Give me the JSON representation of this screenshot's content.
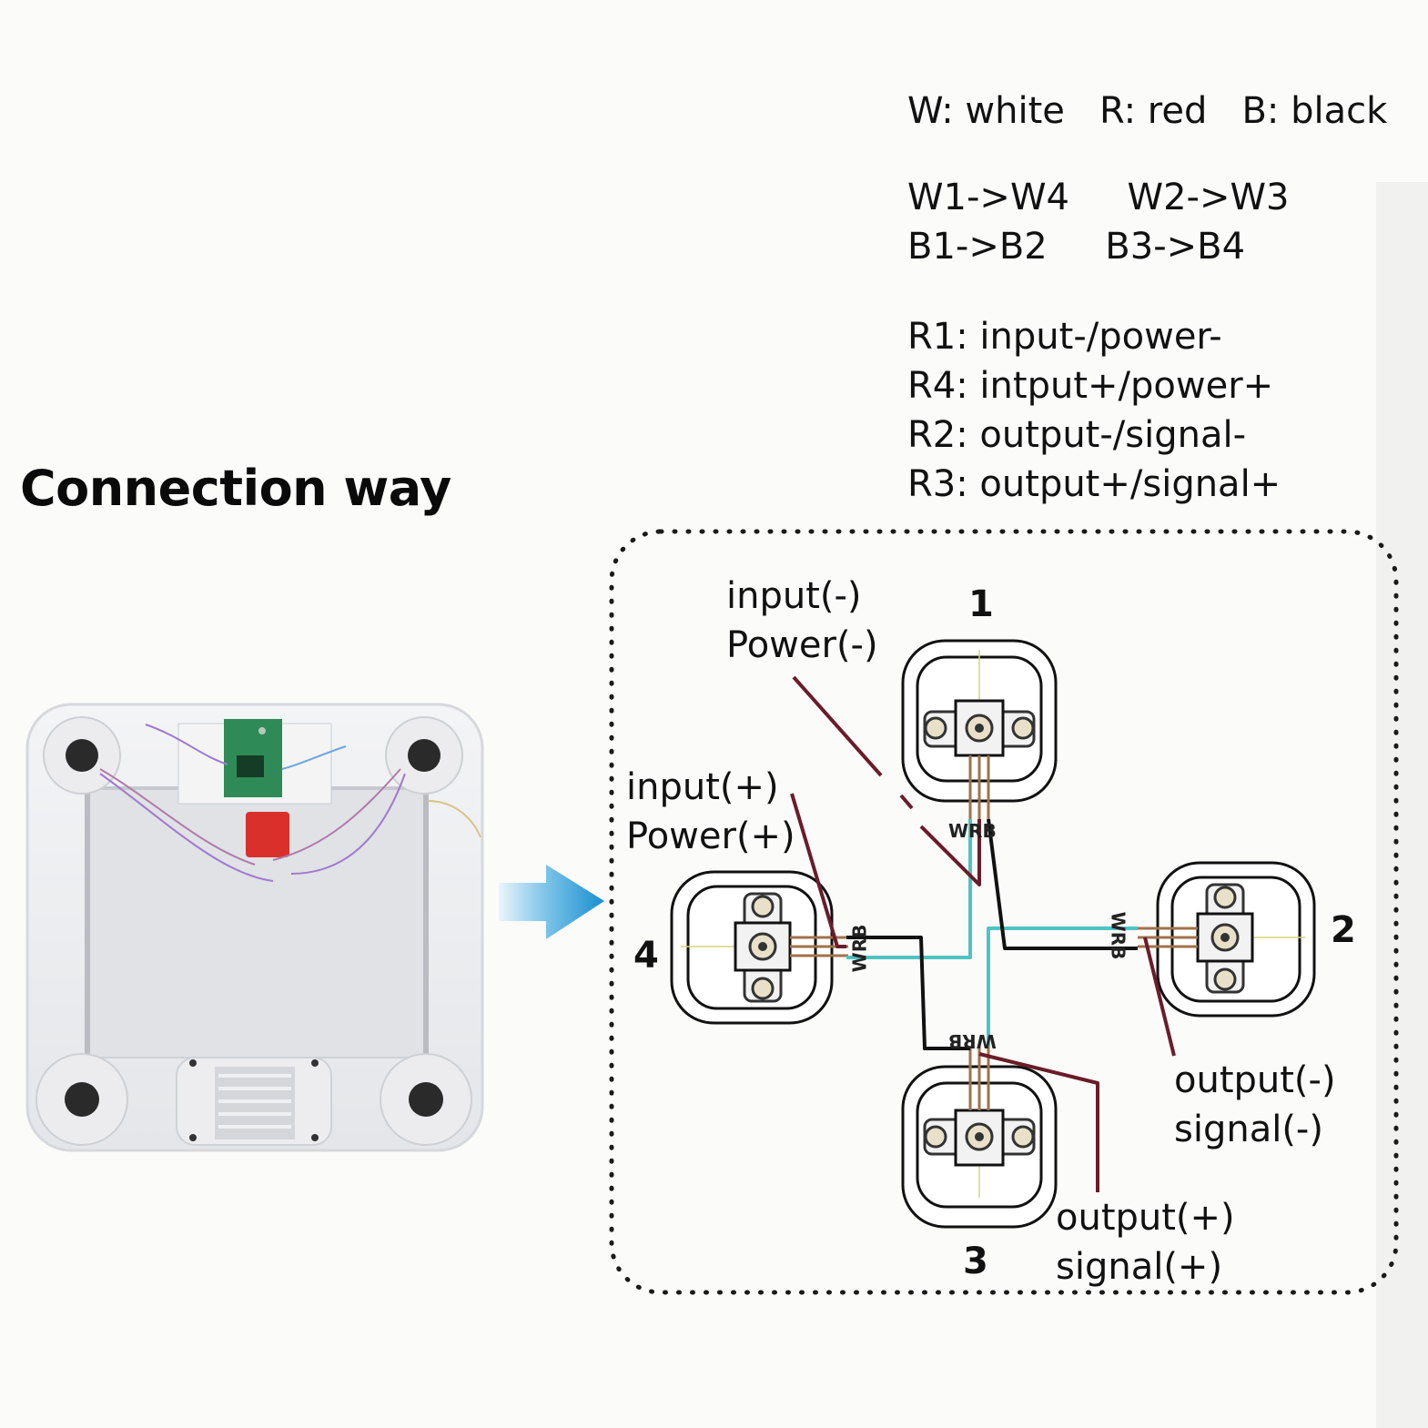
{
  "legend": {
    "color_key": "W: white   R: red   B: black",
    "white_pairs": "W1->W4     W2->W3",
    "black_pairs": "B1->B2     B3->B4",
    "red_1": "R1: input-/power-",
    "red_4": "R4: intput+/power+",
    "red_2": "R2: output-/signal-",
    "red_3": "R3: output+/signal+"
  },
  "title": "Connection way",
  "callouts": {
    "input_minus": "input(-)",
    "power_minus": "Power(-)",
    "input_plus": "input(+)",
    "power_plus": "Power(+)",
    "output_minus": "output(-)",
    "signal_minus": "signal(-)",
    "output_plus": "output(+)",
    "signal_plus": "signal(+)"
  },
  "load_cells": {
    "cell_1": "1",
    "cell_2": "2",
    "cell_3": "3",
    "cell_4": "4"
  },
  "wire_labels": "WRB",
  "colors": {
    "white_wire": "#4fc3c3",
    "red_wire": "#6a1c2a",
    "black_wire": "#111111",
    "arrow": "#1f9ad6",
    "pcb": "#2e8b57",
    "connector": "#d9302c"
  }
}
